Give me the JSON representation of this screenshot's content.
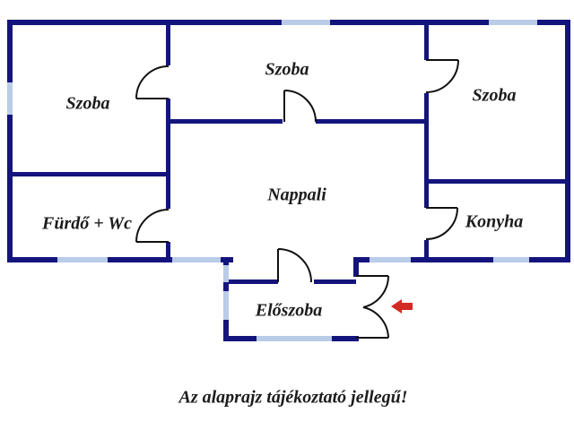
{
  "plan": {
    "title_caption": "Az alaprajz tájékoztató jellegű!",
    "rooms": [
      {
        "id": "szoba-left",
        "label": "Szoba"
      },
      {
        "id": "szoba-middle",
        "label": "Szoba"
      },
      {
        "id": "szoba-right",
        "label": "Szoba"
      },
      {
        "id": "nappali",
        "label": "Nappali"
      },
      {
        "id": "furdo-wc",
        "label": "Fürdő + Wc"
      },
      {
        "id": "konyha",
        "label": "Konyha"
      },
      {
        "id": "eloszoba",
        "label": "Előszoba"
      }
    ],
    "icons": [
      {
        "id": "entrance-arrow-icon",
        "meaning": "entrance direction, points left toward front door"
      }
    ],
    "colors": {
      "wall": "#14147d",
      "window": "#b9cce8",
      "doorline": "#111111",
      "arrow": "#d22b22",
      "text": "#1c1c1c",
      "bg": "#ffffff"
    }
  }
}
